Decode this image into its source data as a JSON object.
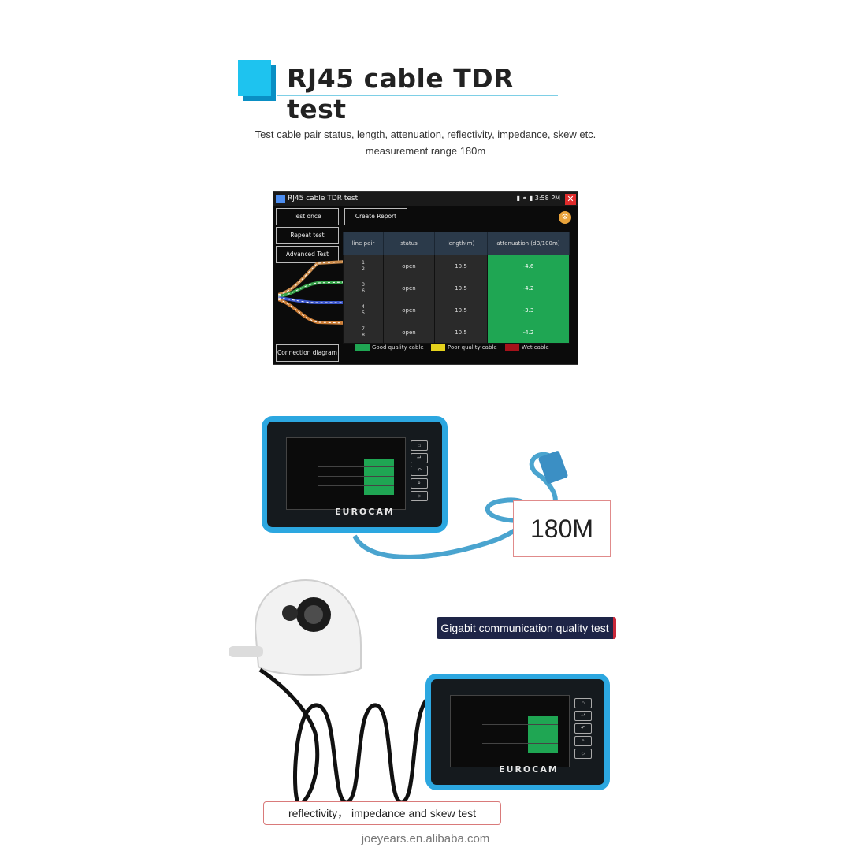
{
  "header": {
    "title": "RJ45 cable TDR test",
    "subtitle_line1": "Test cable pair status, length, attenuation, reflectivity, impedance, skew etc.",
    "subtitle_line2": "measurement range 180m"
  },
  "screen": {
    "window_title": "RJ45 cable TDR test",
    "time": "3:58 PM",
    "close_glyph": "✕",
    "buttons": {
      "test_once": "Test once",
      "repeat_test": "Repeat test",
      "advanced_test": "Advanced Test",
      "create_report": "Create Report",
      "connection_diagram": "Connection diagram"
    },
    "table": {
      "headers": [
        "line pair",
        "status",
        "length(m)",
        "attenuation (dB/100m)"
      ],
      "rows": [
        {
          "pair_a": "1",
          "pair_b": "2",
          "status": "open",
          "length": "10.5",
          "attenuation": "-4.6"
        },
        {
          "pair_a": "3",
          "pair_b": "6",
          "status": "open",
          "length": "10.5",
          "attenuation": "-4.2"
        },
        {
          "pair_a": "4",
          "pair_b": "5",
          "status": "open",
          "length": "10.5",
          "attenuation": "-3.3"
        },
        {
          "pair_a": "7",
          "pair_b": "8",
          "status": "open",
          "length": "10.5",
          "attenuation": "-4.2"
        }
      ]
    },
    "legend": {
      "good": "Good quality cable",
      "poor": "Poor quality cable",
      "wet": "Wet cable"
    },
    "colors": {
      "good": "#1fa653",
      "poor": "#e5d21c",
      "wet": "#a5121a",
      "accent": "#1ec3ef"
    }
  },
  "device": {
    "brand": "EUROCAM"
  },
  "callouts": {
    "range": "180M",
    "gigabit": "Gigabit communication quality test",
    "reflectivity": "reflectivity， impedance and skew test"
  },
  "footer": {
    "watermark": "joeyears.en.alibaba.com"
  },
  "icons": [
    "app-icon",
    "close-icon",
    "gear-icon",
    "home-icon",
    "enter-icon",
    "back-icon",
    "zoom-icon",
    "light-icon"
  ]
}
